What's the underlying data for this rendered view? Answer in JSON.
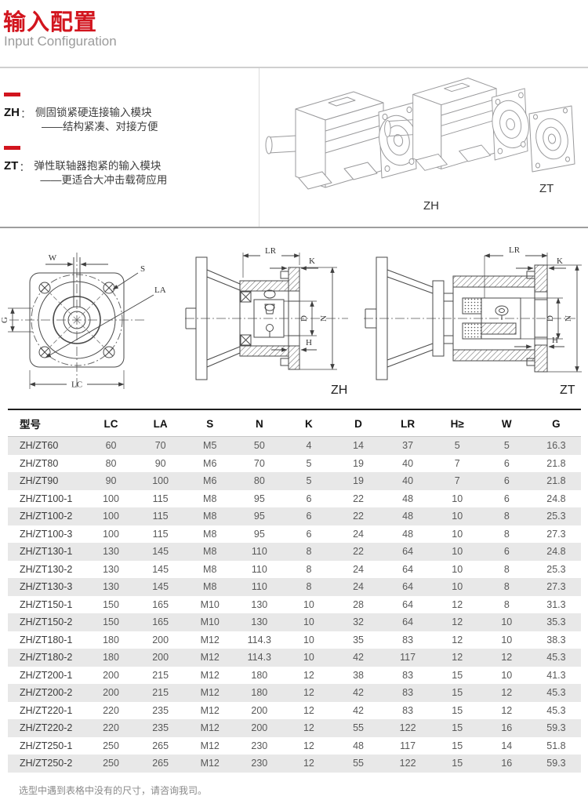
{
  "page": {
    "title": "输入配置",
    "subtitle": "Input Configuration",
    "footnote": "选型中遇到表格中没有的尺寸，请咨询我司。"
  },
  "intro": {
    "items": [
      {
        "code": "ZH",
        "colon": "：",
        "line1": "侧固锁紧硬连接输入模块",
        "line2": "——结构紧凑、对接方便"
      },
      {
        "code": "ZT",
        "colon": "：",
        "line1": "弹性联轴器抱紧的输入模块",
        "line2": "——更适合大冲击载荷应用"
      }
    ]
  },
  "product_image": {
    "zh_label": "ZH",
    "zt_label": "ZT"
  },
  "drawings": {
    "front": {
      "w": "W",
      "s": "S",
      "la": "LA",
      "g": "G",
      "lc": "LC"
    },
    "zh": {
      "lr": "LR",
      "k": "K",
      "d": "D",
      "n": "N",
      "h": "H",
      "label": "ZH"
    },
    "zt": {
      "lr": "LR",
      "k": "K",
      "d": "D",
      "n": "N",
      "h": "H",
      "label": "ZT"
    }
  },
  "table": {
    "headers": [
      "型号",
      "LC",
      "LA",
      "S",
      "N",
      "K",
      "D",
      "LR",
      "H≥",
      "W",
      "G"
    ],
    "rows": [
      [
        "ZH/ZT60",
        "60",
        "70",
        "M5",
        "50",
        "4",
        "14",
        "37",
        "5",
        "5",
        "16.3"
      ],
      [
        "ZH/ZT80",
        "80",
        "90",
        "M6",
        "70",
        "5",
        "19",
        "40",
        "7",
        "6",
        "21.8"
      ],
      [
        "ZH/ZT90",
        "90",
        "100",
        "M6",
        "80",
        "5",
        "19",
        "40",
        "7",
        "6",
        "21.8"
      ],
      [
        "ZH/ZT100-1",
        "100",
        "115",
        "M8",
        "95",
        "6",
        "22",
        "48",
        "10",
        "6",
        "24.8"
      ],
      [
        "ZH/ZT100-2",
        "100",
        "115",
        "M8",
        "95",
        "6",
        "22",
        "48",
        "10",
        "8",
        "25.3"
      ],
      [
        "ZH/ZT100-3",
        "100",
        "115",
        "M8",
        "95",
        "6",
        "24",
        "48",
        "10",
        "8",
        "27.3"
      ],
      [
        "ZH/ZT130-1",
        "130",
        "145",
        "M8",
        "110",
        "8",
        "22",
        "64",
        "10",
        "6",
        "24.8"
      ],
      [
        "ZH/ZT130-2",
        "130",
        "145",
        "M8",
        "110",
        "8",
        "24",
        "64",
        "10",
        "8",
        "25.3"
      ],
      [
        "ZH/ZT130-3",
        "130",
        "145",
        "M8",
        "110",
        "8",
        "24",
        "64",
        "10",
        "8",
        "27.3"
      ],
      [
        "ZH/ZT150-1",
        "150",
        "165",
        "M10",
        "130",
        "10",
        "28",
        "64",
        "12",
        "8",
        "31.3"
      ],
      [
        "ZH/ZT150-2",
        "150",
        "165",
        "M10",
        "130",
        "10",
        "32",
        "64",
        "12",
        "10",
        "35.3"
      ],
      [
        "ZH/ZT180-1",
        "180",
        "200",
        "M12",
        "114.3",
        "10",
        "35",
        "83",
        "12",
        "10",
        "38.3"
      ],
      [
        "ZH/ZT180-2",
        "180",
        "200",
        "M12",
        "114.3",
        "10",
        "42",
        "117",
        "12",
        "12",
        "45.3"
      ],
      [
        "ZH/ZT200-1",
        "200",
        "215",
        "M12",
        "180",
        "12",
        "38",
        "83",
        "15",
        "10",
        "41.3"
      ],
      [
        "ZH/ZT200-2",
        "200",
        "215",
        "M12",
        "180",
        "12",
        "42",
        "83",
        "15",
        "12",
        "45.3"
      ],
      [
        "ZH/ZT220-1",
        "220",
        "235",
        "M12",
        "200",
        "12",
        "42",
        "83",
        "15",
        "12",
        "45.3"
      ],
      [
        "ZH/ZT220-2",
        "220",
        "235",
        "M12",
        "200",
        "12",
        "55",
        "122",
        "15",
        "16",
        "59.3"
      ],
      [
        "ZH/ZT250-1",
        "250",
        "265",
        "M12",
        "230",
        "12",
        "48",
        "117",
        "15",
        "14",
        "51.8"
      ],
      [
        "ZH/ZT250-2",
        "250",
        "265",
        "M12",
        "230",
        "12",
        "55",
        "122",
        "15",
        "16",
        "59.3"
      ]
    ]
  },
  "colors": {
    "accent_red": "#d2151e",
    "stripe": "#e8e8e8"
  }
}
